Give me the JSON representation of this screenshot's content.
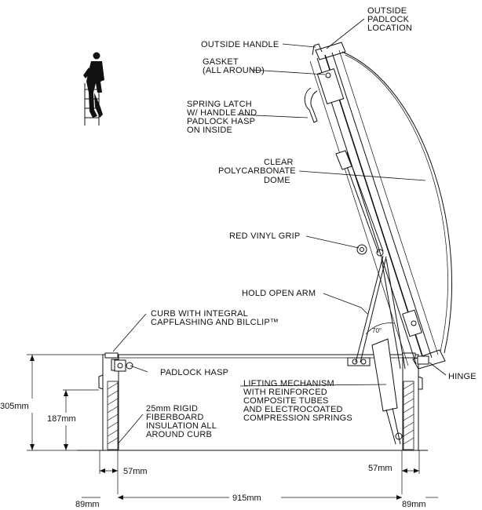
{
  "labels": {
    "outside_padlock": [
      "OUTSIDE",
      "PADLOCK",
      "LOCATION"
    ],
    "outside_handle": "OUTSIDE HANDLE",
    "gasket": [
      "GASKET",
      "(ALL AROUND)"
    ],
    "spring_latch": [
      "SPRING LATCH",
      "W/ HANDLE AND",
      "PADLOCK HASP",
      "ON INSIDE"
    ],
    "dome": [
      "CLEAR",
      "POLYCARBONATE",
      "DOME"
    ],
    "red_vinyl_grip": "RED VINYL GRIP",
    "hold_open_arm": "HOLD OPEN ARM",
    "curb": [
      "CURB WITH INTEGRAL",
      "CAPFLASHING AND BILCLIP™"
    ],
    "padlock_hasp": "PADLOCK HASP",
    "hinge": "HINGE",
    "lifting": [
      "LIFTING MECHANISM",
      "WITH REINFORCED",
      "COMPOSITE TUBES",
      "AND ELECTROCOATED",
      "COMPRESSION SPRINGS"
    ],
    "insulation": [
      "25mm RIGID",
      "FIBERBOARD",
      "INSULATION ALL",
      "AROUND CURB"
    ],
    "angle": "70°"
  },
  "dimensions": {
    "overall_height": "305mm",
    "curb_height": "187mm",
    "left_offset": "57mm",
    "right_offset": "57mm",
    "left_flange": "89mm",
    "right_flange": "89mm",
    "opening": "915mm"
  }
}
